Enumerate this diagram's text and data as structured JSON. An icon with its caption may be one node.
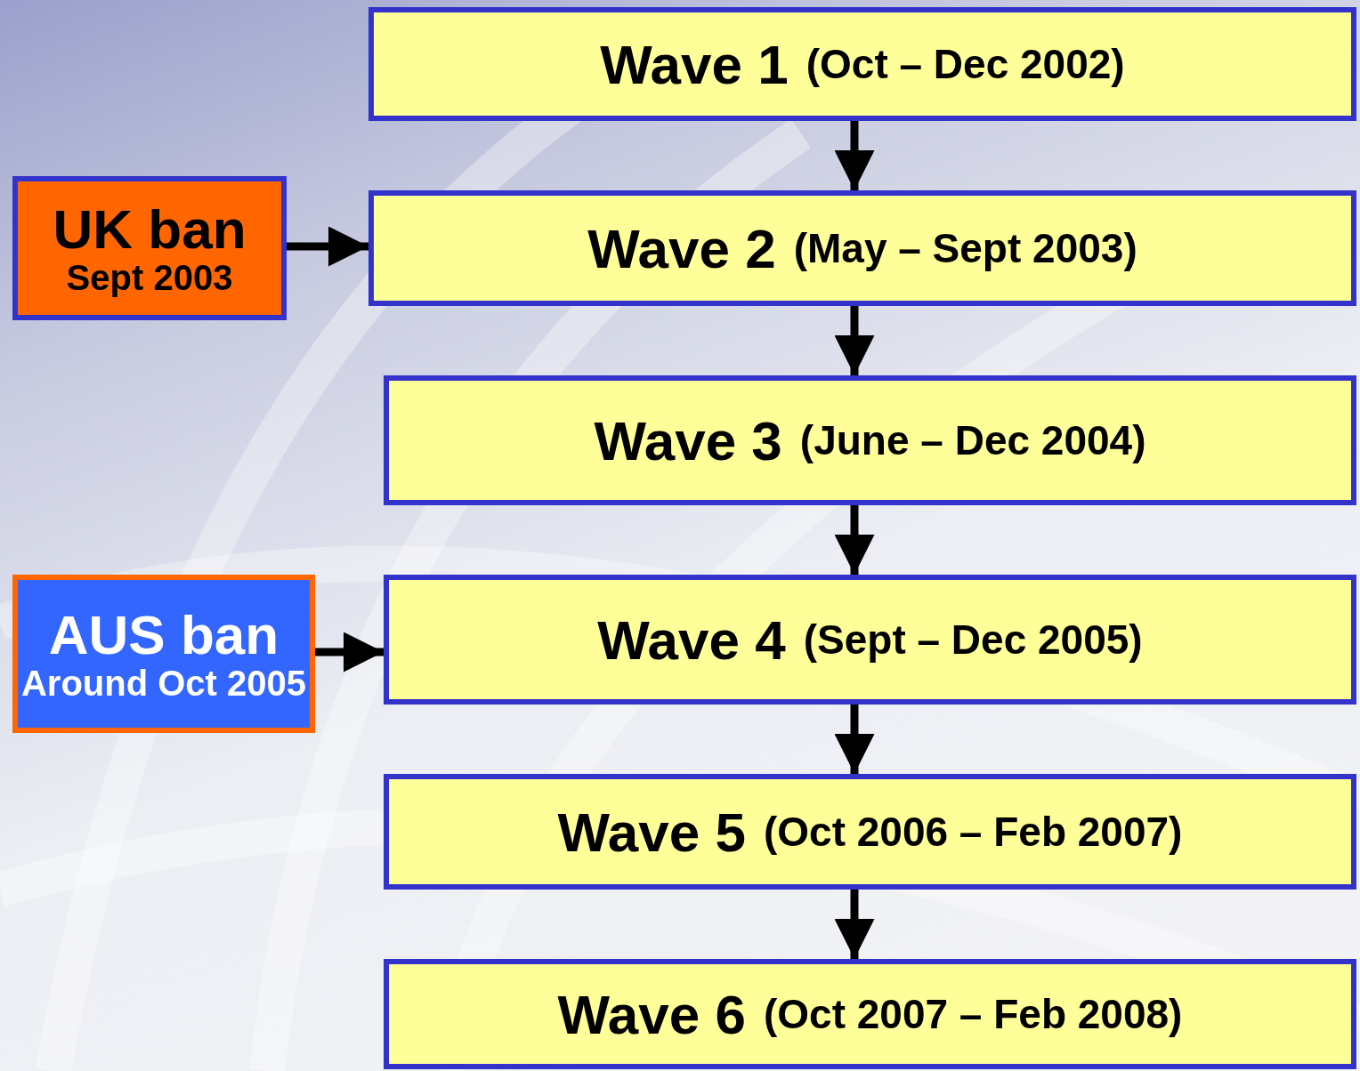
{
  "diagram": {
    "nodes": [
      {
        "text": [
          "Wave 1",
          "(Oct – Dec 2002)"
        ]
      },
      {
        "text": [
          "UK ban",
          "Sept 2003"
        ]
      },
      {
        "text": [
          "Wave 2",
          "(May – Sept 2003)"
        ]
      },
      {
        "text": [
          "Wave 3",
          "(June – Dec 2004)"
        ]
      },
      {
        "text": [
          "AUS ban",
          "Around Oct 2005"
        ]
      },
      {
        "text": [
          "Wave 4",
          "(Sept – Dec 2005)"
        ]
      },
      {
        "text": [
          "Wave 5",
          "(Oct 2006 – Feb 2007)"
        ]
      },
      {
        "text": [
          "Wave 6",
          "(Oct 2007 – Feb 2008)"
        ]
      }
    ],
    "edges": [
      {
        "from": 0,
        "to": 2,
        "arrow": "to"
      },
      {
        "from": 1,
        "to": 2,
        "arrow": "to"
      },
      {
        "from": 2,
        "to": 3,
        "arrow": "to"
      },
      {
        "from": 3,
        "to": 5,
        "arrow": "to"
      },
      {
        "from": 4,
        "to": 5,
        "arrow": "to"
      },
      {
        "from": 5,
        "to": 6,
        "arrow": "to"
      },
      {
        "from": 6,
        "to": 7,
        "arrow": "to"
      }
    ]
  }
}
